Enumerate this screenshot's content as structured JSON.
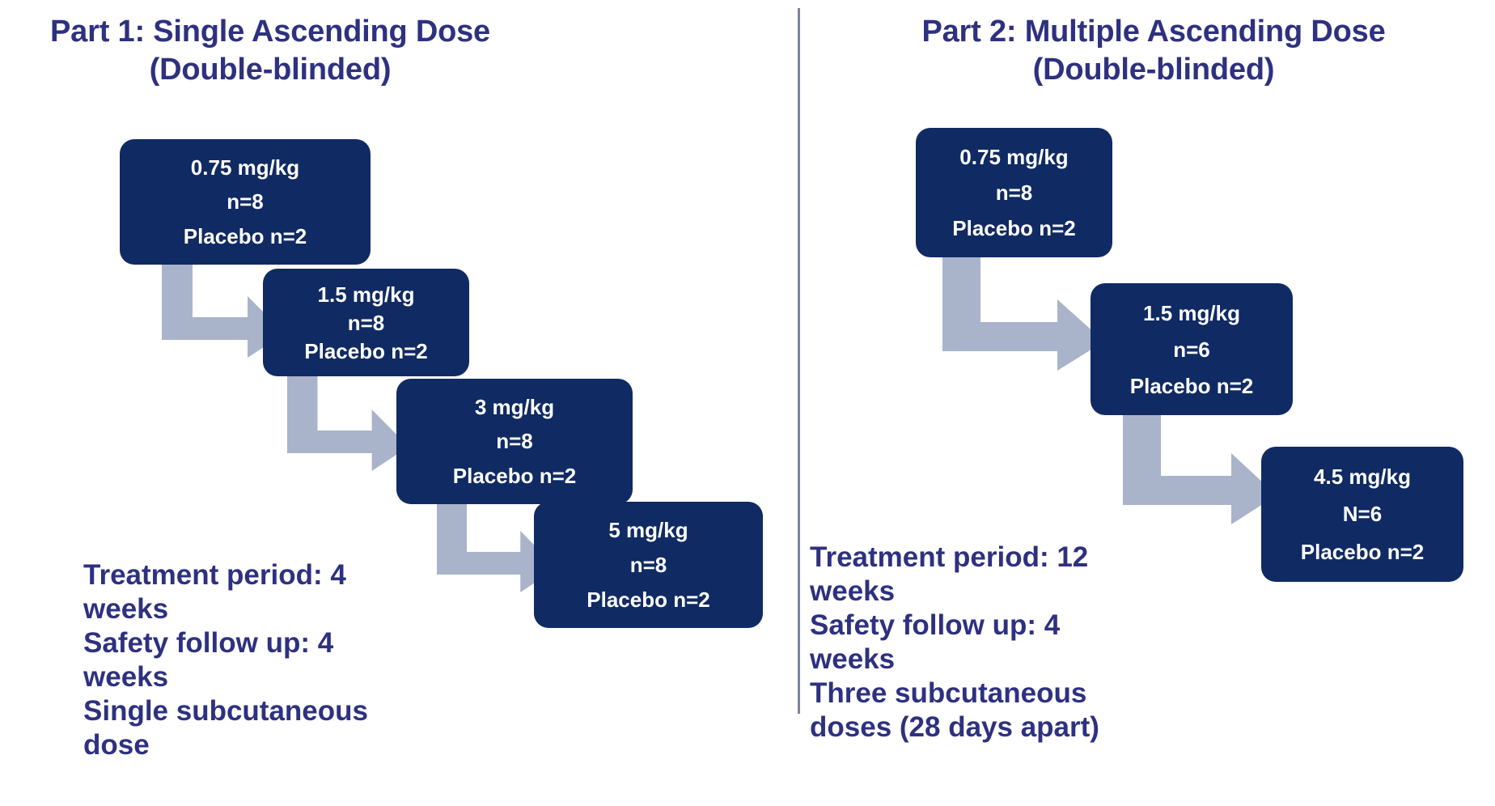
{
  "meta": {
    "colors": {
      "box_navy": "#102A63",
      "arrow_gray_blue": "#A9B4CB",
      "text_indigo": "#2E3180",
      "divider_gray": "#7C839E",
      "background": "#FFFFFF"
    }
  },
  "part1": {
    "title_line1": "Part 1: Single Ascending Dose",
    "title_line2": "(Double-blinded)",
    "boxes": [
      {
        "dose": "0.75 mg/kg",
        "n": "n=8",
        "placebo": "Placebo n=2"
      },
      {
        "dose": "1.5 mg/kg",
        "n": "n=8",
        "placebo": "Placebo n=2"
      },
      {
        "dose": "3 mg/kg",
        "n": "n=8",
        "placebo": "Placebo n=2"
      },
      {
        "dose": "5 mg/kg",
        "n": "n=8",
        "placebo": "Placebo n=2"
      }
    ],
    "caption": "Treatment period: 4 weeks\nSafety follow up: 4 weeks\nSingle subcutaneous dose"
  },
  "part2": {
    "title_line1": "Part 2: Multiple Ascending Dose",
    "title_line2": "(Double-blinded)",
    "boxes": [
      {
        "dose": "0.75 mg/kg",
        "n": "n=8",
        "placebo": "Placebo n=2"
      },
      {
        "dose": "1.5 mg/kg",
        "n": "n=6",
        "placebo": "Placebo n=2"
      },
      {
        "dose": "4.5 mg/kg",
        "n": "N=6",
        "placebo": "Placebo n=2"
      }
    ],
    "caption": "Treatment period: 12 weeks\nSafety follow up: 4 weeks\nThree subcutaneous doses (28 days apart)"
  }
}
